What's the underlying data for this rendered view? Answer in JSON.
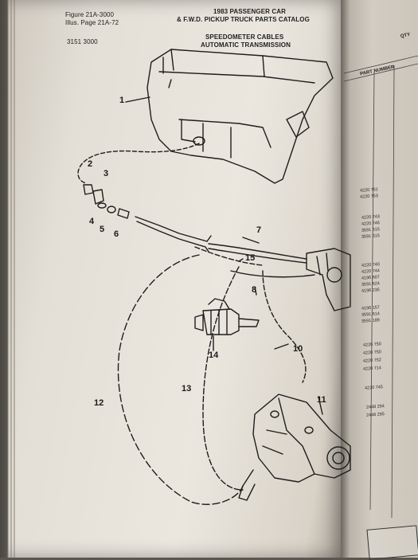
{
  "header": {
    "figure_ref": "Figure 21A-3000",
    "illus_page": "Illus. Page 21A-72",
    "catalog_title_line1": "1983 PASSENGER CAR",
    "catalog_title_line2": "& F.W.D. PICKUP TRUCK PARTS CATALOG",
    "group_code": "3151  3000",
    "section_title_line1": "SPEEDOMETER CABLES",
    "section_title_line2": "AUTOMATIC TRANSMISSION"
  },
  "callouts": [
    "1",
    "2",
    "3",
    "4",
    "5",
    "6",
    "7",
    "8",
    "10",
    "11",
    "12",
    "13",
    "14",
    "15"
  ],
  "right_page": {
    "col_headers": [
      "PART NUMBER",
      "QTY"
    ],
    "part_numbers": [
      "4220 751",
      "4220 753",
      "4220 743",
      "4220 746",
      "3591 615",
      "3591 615",
      "4220 740",
      "4220 744",
      "4196 607",
      "3591 624",
      "4196 235",
      "4196 157",
      "3591 614",
      "3591 189",
      "4220 750",
      "4220 750",
      "4220 752",
      "4220 714",
      "4220 745",
      "2448 294",
      "2448 295"
    ]
  }
}
